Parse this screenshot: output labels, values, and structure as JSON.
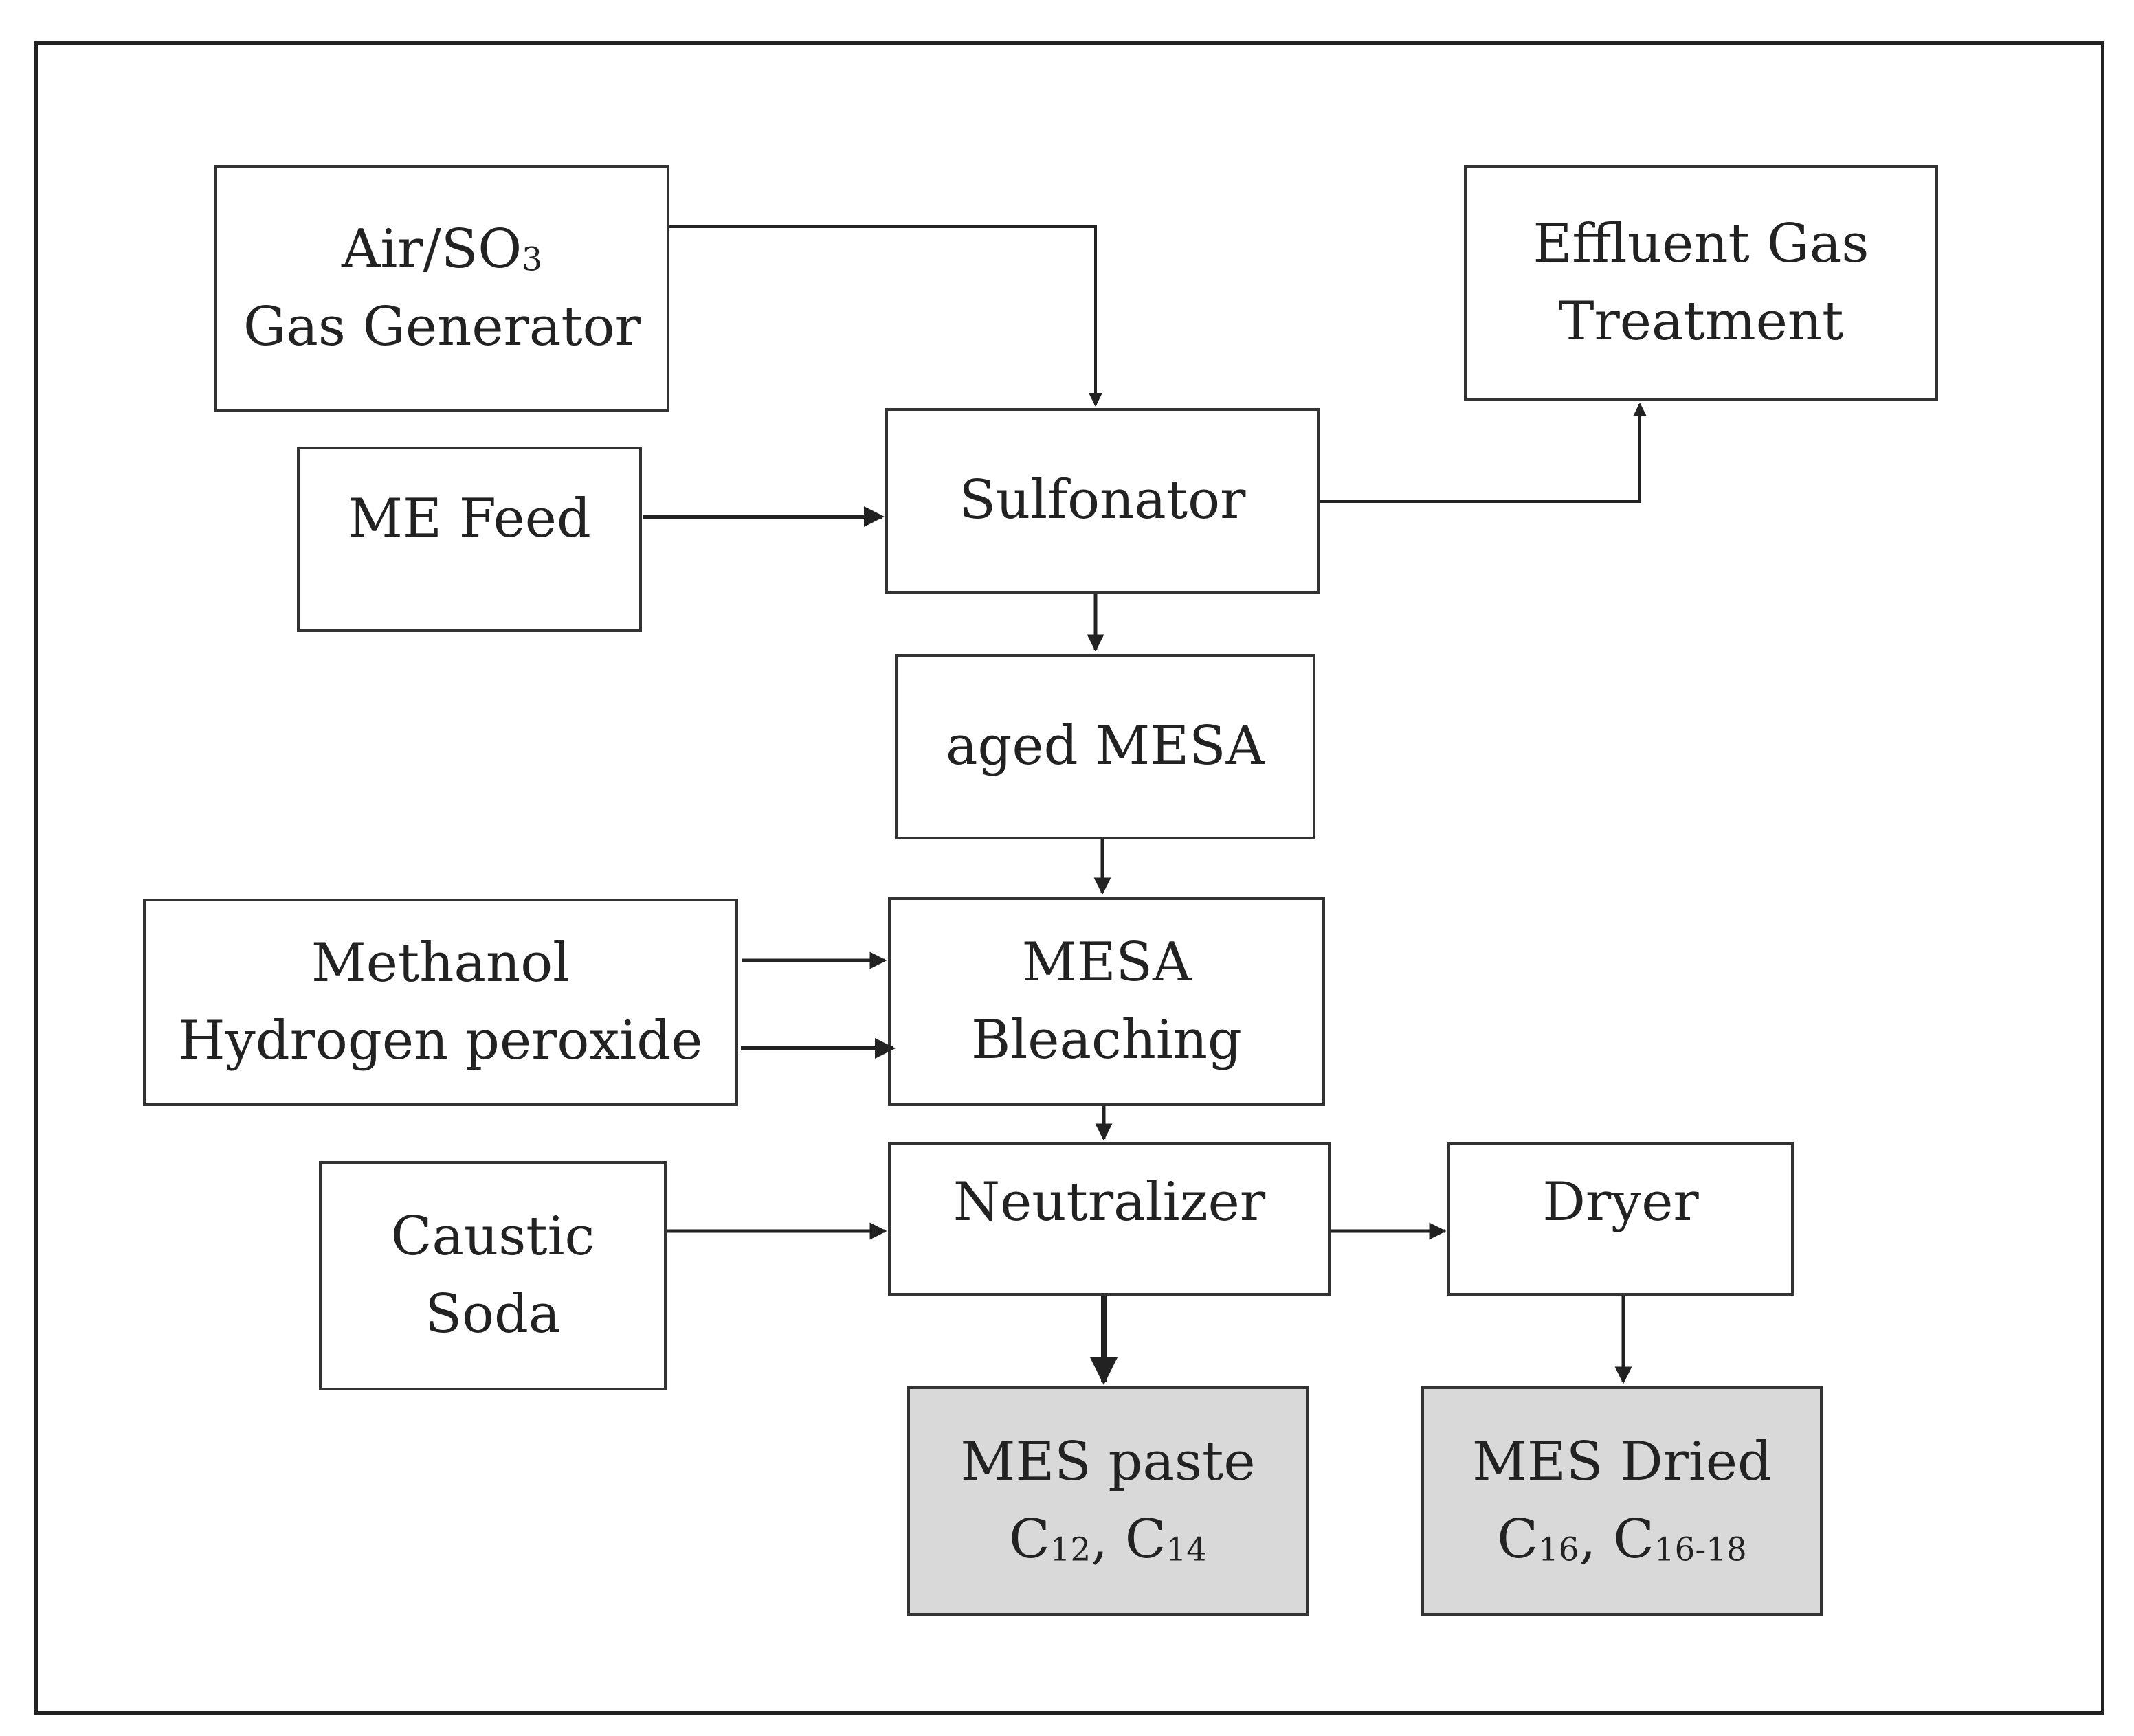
{
  "nodes": {
    "air_so3": {
      "line1": "Air/SO",
      "line1_sub": "3",
      "line2": "Gas Generator"
    },
    "effluent": {
      "line1": "Effluent Gas",
      "line2": "Treatment"
    },
    "me_feed": {
      "line1": "ME Feed"
    },
    "sulfonator": {
      "line1": "Sulfonator"
    },
    "aged_mesa": {
      "line1": "aged MESA"
    },
    "methanol": {
      "line1": "Methanol",
      "line2": "Hydrogen peroxide"
    },
    "bleaching": {
      "line1": "MESA",
      "line2": "Bleaching"
    },
    "caustic": {
      "line1": "Caustic",
      "line2": "Soda"
    },
    "neutralizer": {
      "line1": "Neutralizer"
    },
    "dryer": {
      "line1": "Dryer"
    },
    "mes_paste": {
      "line1": "MES paste",
      "c_a": "C",
      "c_a_sub": "12",
      "sep": ", ",
      "c_b": "C",
      "c_b_sub": "14"
    },
    "mes_dried": {
      "line1": "MES Dried",
      "c_a": "C",
      "c_a_sub": "16",
      "sep": ", ",
      "c_b": "C",
      "c_b_sub": "16-18"
    }
  },
  "colors": {
    "line": "#222222",
    "box_border": "#333333",
    "product_fill": "#d9d9d9"
  }
}
